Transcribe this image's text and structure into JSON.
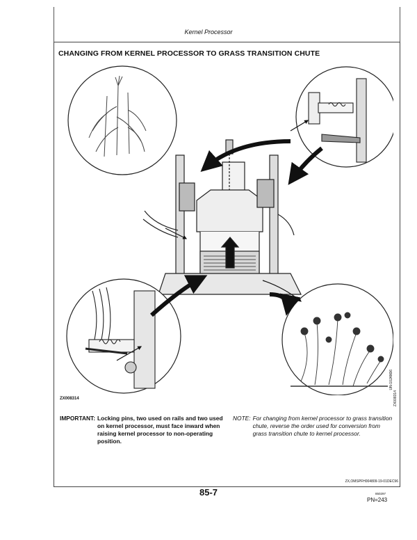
{
  "page": {
    "section_header": "Kernel Processor",
    "figure_title": "CHANGING FROM KERNEL PROCESSOR TO GRASS TRANSITION CHUTE",
    "figure_code": "ZX008314",
    "side_code_1": "UN-10JAN96",
    "side_code_2": "ZX008314",
    "important_label": "IMPORTANT:",
    "important_text": "Locking pins, two used on rails and two used on kernel processor, must face inward when raising kernel processor to non-operating position.",
    "note_label": "NOTE:",
    "note_text": "For changing from kernel processor to grass transition chute, reverse the order used for conversion from grass transition chute to kernel processor.",
    "doc_id": "ZX,OMSPFH004809-19-01DEC96",
    "page_number": "85-7",
    "small_date": "850297",
    "pn": "PN=243"
  },
  "icons": [
    "corn-plant-icon",
    "wildflower-icon",
    "locking-pin-icon",
    "kernel-processor-icon",
    "direction-arrow-icon"
  ]
}
